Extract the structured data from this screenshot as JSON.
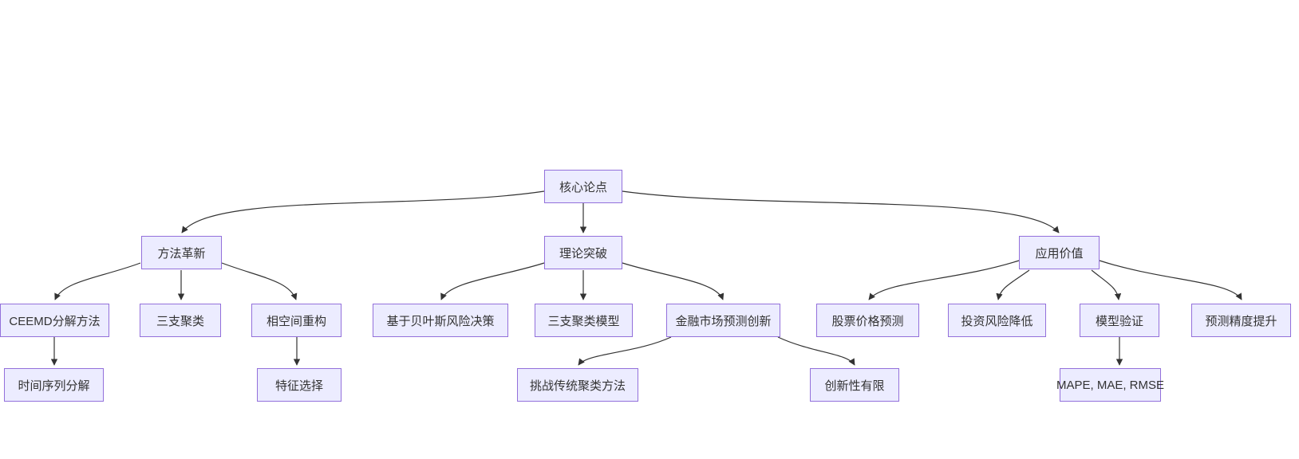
{
  "diagram": {
    "type": "flowchart",
    "direction": "top-down",
    "colors": {
      "background": "#ffffff",
      "node_fill": "#ECECFF",
      "node_border": "#9370DB",
      "edge": "#333333",
      "text": "#333333"
    },
    "nodes": [
      {
        "id": "core-thesis",
        "label": "核心论点",
        "level": 0
      },
      {
        "id": "method-innovation",
        "label": "方法革新",
        "level": 1
      },
      {
        "id": "theory-breakthrough",
        "label": "理论突破",
        "level": 1
      },
      {
        "id": "application-value",
        "label": "应用价值",
        "level": 1
      },
      {
        "id": "ceemd-decomposition",
        "label": "CEEMD分解方法",
        "level": 2
      },
      {
        "id": "three-way-clustering",
        "label": "三支聚类",
        "level": 2
      },
      {
        "id": "phase-space-reconstruction",
        "label": "相空间重构",
        "level": 2
      },
      {
        "id": "bayesian-risk-decision",
        "label": "基于贝叶斯风险决策",
        "level": 2
      },
      {
        "id": "three-way-clustering-model",
        "label": "三支聚类模型",
        "level": 2
      },
      {
        "id": "financial-market-forecast-innovation",
        "label": "金融市场预测创新",
        "level": 2
      },
      {
        "id": "stock-price-prediction",
        "label": "股票价格预测",
        "level": 2
      },
      {
        "id": "investment-risk-reduction",
        "label": "投资风险降低",
        "level": 2
      },
      {
        "id": "model-validation",
        "label": "模型验证",
        "level": 2
      },
      {
        "id": "prediction-accuracy-improvement",
        "label": "预测精度提升",
        "level": 2
      },
      {
        "id": "time-series-decomposition",
        "label": "时间序列分解",
        "level": 3
      },
      {
        "id": "feature-selection",
        "label": "特征选择",
        "level": 3
      },
      {
        "id": "challenge-traditional-clustering",
        "label": "挑战传统聚类方法",
        "level": 3
      },
      {
        "id": "limited-innovation",
        "label": "创新性有限",
        "level": 3
      },
      {
        "id": "mape-mae-rmse",
        "label": "MAPE, MAE, RMSE",
        "level": 3
      }
    ],
    "edges": [
      {
        "from": "core-thesis",
        "to": "method-innovation"
      },
      {
        "from": "core-thesis",
        "to": "theory-breakthrough"
      },
      {
        "from": "core-thesis",
        "to": "application-value"
      },
      {
        "from": "method-innovation",
        "to": "ceemd-decomposition"
      },
      {
        "from": "method-innovation",
        "to": "three-way-clustering"
      },
      {
        "from": "method-innovation",
        "to": "phase-space-reconstruction"
      },
      {
        "from": "theory-breakthrough",
        "to": "bayesian-risk-decision"
      },
      {
        "from": "theory-breakthrough",
        "to": "three-way-clustering-model"
      },
      {
        "from": "theory-breakthrough",
        "to": "financial-market-forecast-innovation"
      },
      {
        "from": "application-value",
        "to": "stock-price-prediction"
      },
      {
        "from": "application-value",
        "to": "investment-risk-reduction"
      },
      {
        "from": "application-value",
        "to": "model-validation"
      },
      {
        "from": "application-value",
        "to": "prediction-accuracy-improvement"
      },
      {
        "from": "ceemd-decomposition",
        "to": "time-series-decomposition"
      },
      {
        "from": "phase-space-reconstruction",
        "to": "feature-selection"
      },
      {
        "from": "financial-market-forecast-innovation",
        "to": "challenge-traditional-clustering"
      },
      {
        "from": "financial-market-forecast-innovation",
        "to": "limited-innovation"
      },
      {
        "from": "model-validation",
        "to": "mape-mae-rmse"
      }
    ]
  }
}
